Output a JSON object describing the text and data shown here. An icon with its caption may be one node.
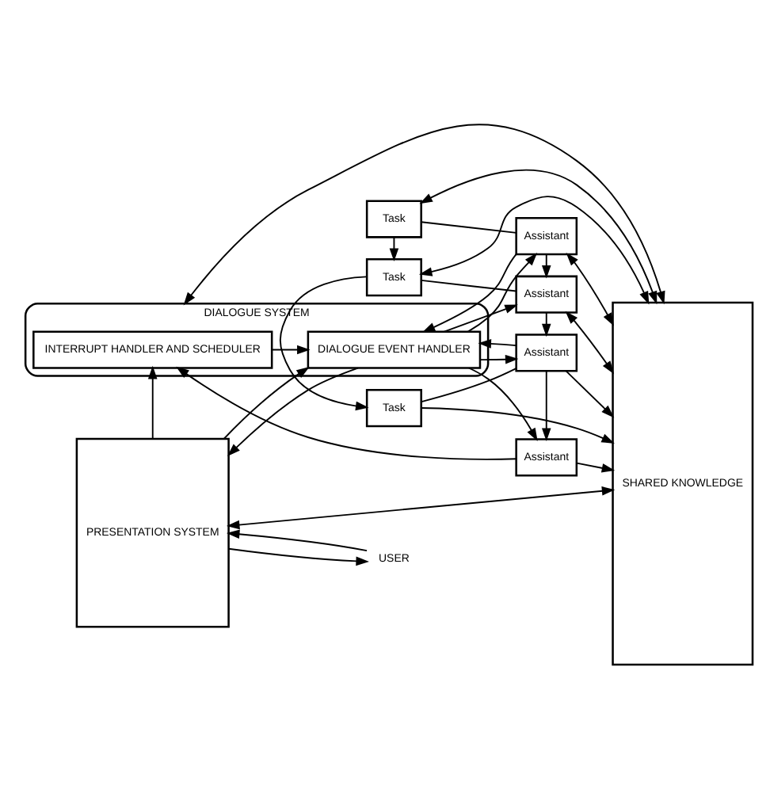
{
  "diagram": {
    "nodes": [
      {
        "text": [
          "DIALOGUE SYSTEM"
        ]
      },
      {
        "text": [
          "INTERRUPT HANDLER AND SCHEDULER"
        ],
        "in": 0
      },
      {
        "text": [
          "DIALOGUE EVENT HANDLER"
        ],
        "in": 0
      },
      {
        "text": [
          "PRESENTATION SYSTEM"
        ]
      },
      {
        "text": [
          "USER"
        ]
      },
      {
        "text": [
          "Assistant"
        ]
      },
      {
        "text": [
          "Task"
        ]
      },
      {
        "text": [
          "Assistant"
        ]
      },
      {
        "text": [
          "Task"
        ]
      },
      {
        "text": [
          "Assistant"
        ]
      },
      {
        "text": [
          "Task"
        ]
      },
      {
        "text": [
          "Assistant"
        ]
      },
      {
        "text": [
          "SHARED KNOWLEDGE"
        ]
      }
    ],
    "edges": [
      {
        "from": 1,
        "to": 2,
        "arrow": "to"
      },
      {
        "from": 3,
        "to": 1,
        "arrow": "to"
      },
      {
        "from": 2,
        "to": 3,
        "arrow": "to"
      },
      {
        "from": 3,
        "to": 2,
        "arrow": "to"
      },
      {
        "from": 3,
        "to": 4,
        "arrow": "to"
      },
      {
        "from": 4,
        "to": 3,
        "arrow": "to"
      },
      {
        "from": 5,
        "to": 1,
        "arrow": "to"
      },
      {
        "from": 2,
        "to": 5,
        "arrow": "to"
      },
      {
        "from": 7,
        "to": 2,
        "arrow": "to"
      },
      {
        "from": 2,
        "to": 7,
        "arrow": "to"
      },
      {
        "from": 2,
        "to": 9,
        "arrow": "to"
      },
      {
        "from": 11,
        "to": 2,
        "arrow": "to"
      },
      {
        "from": 2,
        "to": 11,
        "arrow": "to"
      },
      {
        "from": 6,
        "to": 7,
        "arrow": "none"
      },
      {
        "from": 8,
        "to": 9,
        "arrow": "none"
      },
      {
        "from": 10,
        "to": 11,
        "arrow": "none"
      },
      {
        "from": 8,
        "to": 6,
        "arrow": "to"
      },
      {
        "from": 10,
        "to": 8,
        "arrow": "to"
      },
      {
        "from": 7,
        "to": 5,
        "arrow": "to"
      },
      {
        "from": 9,
        "to": 7,
        "arrow": "to"
      },
      {
        "from": 11,
        "to": 9,
        "arrow": "to"
      },
      {
        "from": 10,
        "to": 12,
        "arrow": "both"
      },
      {
        "from": 8,
        "to": 12,
        "arrow": "both"
      },
      {
        "from": 6,
        "to": 12,
        "arrow": "to"
      },
      {
        "from": 11,
        "to": 12,
        "arrow": "both"
      },
      {
        "from": 9,
        "to": 12,
        "arrow": "both"
      },
      {
        "from": 7,
        "to": 12,
        "arrow": "to"
      },
      {
        "from": 5,
        "to": 12,
        "arrow": "to"
      },
      {
        "from": 0,
        "to": 12,
        "arrow": "both"
      },
      {
        "from": 3,
        "to": 12,
        "arrow": "both"
      }
    ]
  }
}
